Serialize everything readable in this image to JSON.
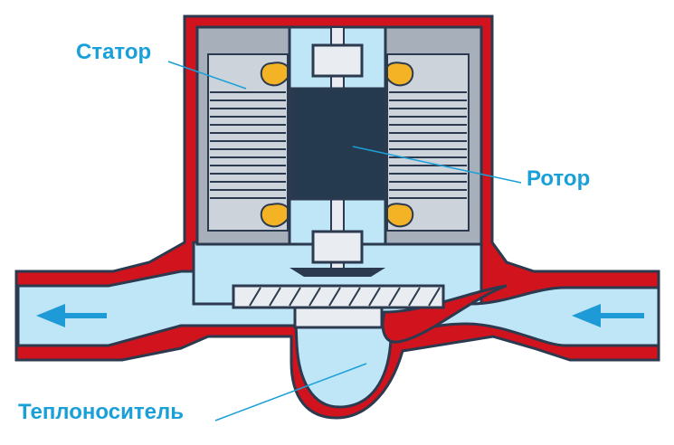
{
  "labels": {
    "stator": "Статор",
    "rotor": "Ротор",
    "coolant": "Теплоноситель"
  },
  "colors": {
    "housing": "#d0131d",
    "outline": "#2b3a4e",
    "fluid": "#bfe6f6",
    "stator_core": "#a7afbb",
    "stator_inner": "#cdd3db",
    "winding": "#f4b324",
    "rotor": "#263a4f",
    "impeller": "#e9ecf0",
    "arrow": "#1e9ad6",
    "label": "#1aa0d8"
  }
}
